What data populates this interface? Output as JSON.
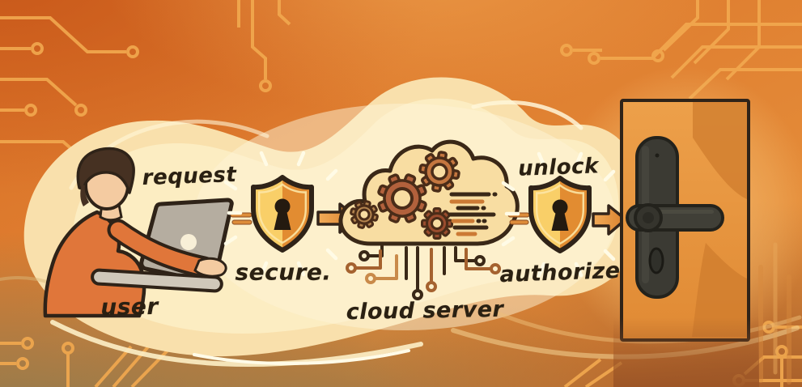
{
  "illustration": {
    "labels": {
      "user": "user",
      "request": "request",
      "secure": "secure.",
      "cloud_server": "cloud server",
      "unlock": "unlock",
      "authorize": "authorize"
    },
    "colors": {
      "background_orange": "#e08a38",
      "background_deep_orange": "#c8581a",
      "background_olive": "#8a7950",
      "background_rust": "#9c5526",
      "blob_cream": "#f9e0ac",
      "blob_highlight": "#fdf2d2",
      "circuit_trace": "#f2a94f",
      "outline_dark": "#2f2318",
      "shield_gold_left": "#f9cf68",
      "shield_orange_right": "#e28c31",
      "gear_rust": "#b2613c",
      "cloud_fill": "#f8dda2",
      "door_orange": "#e9973c",
      "door_shade": "#cf7c2e",
      "handle_dark_gray": "#3b3a33",
      "person_shirt": "#e0763a",
      "skin": "#f4cba1",
      "hair_brown": "#463122",
      "laptop_gray": "#b5ada0",
      "label_text": "#2a2012",
      "sparkle": "#fffbe6"
    }
  }
}
